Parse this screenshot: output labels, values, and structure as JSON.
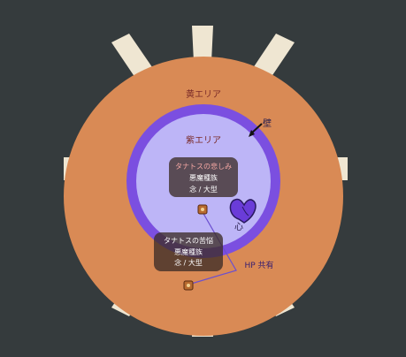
{
  "colors": {
    "background": "#353b3d",
    "yellow_area": "#d98a55",
    "wall": "#7b4fe0",
    "purple_area": "#bdb5f7",
    "spike": "#efe6d2",
    "label_dark": "#7a2a28",
    "label_box": "rgba(60,45,40,0.78)",
    "label_name": "#f5a7a3",
    "label_text": "#ffffff",
    "link_line": "#6b4fd0"
  },
  "areas": {
    "yellow": "黄エリア",
    "purple": "紫エリア",
    "wall": "壁"
  },
  "heart": {
    "label": "心",
    "icon": "heart-icon"
  },
  "boss_sorrow": {
    "name": "タナトスの悲しみ",
    "race": "悪魔種族",
    "type": "念 / 大型"
  },
  "boss_anguish": {
    "name": "タナトスの苦悩",
    "race": "悪魔種族",
    "type": "念 / 大型"
  },
  "hp_shared": "HP 共有"
}
